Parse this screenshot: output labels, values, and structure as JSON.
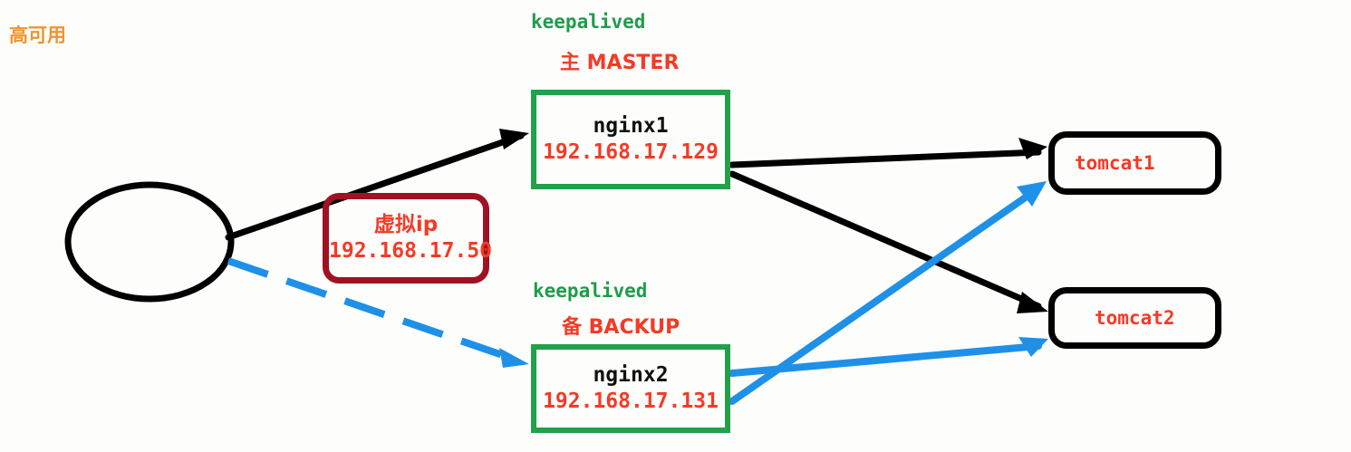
{
  "diagram": {
    "title": "高可用",
    "title_color": "#ef9430",
    "palette": {
      "green": "#22a04a",
      "red": "#f43a26",
      "dark_red": "#a01222",
      "black": "#000000",
      "blue": "#1e90e8",
      "orange": "#ef9430"
    },
    "client": {
      "shape": "ellipse",
      "label": ""
    },
    "vip": {
      "name": "虚拟ip",
      "address": "192.168.17.50"
    },
    "nginx_master": {
      "keepalived_label": "keepalived",
      "role_label": "主 MASTER",
      "name": "nginx1",
      "address": "192.168.17.129"
    },
    "nginx_backup": {
      "keepalived_label": "keepalived",
      "role_label": "备 BACKUP",
      "name": "nginx2",
      "address": "192.168.17.131"
    },
    "backends": [
      {
        "name": "tomcat1"
      },
      {
        "name": "tomcat2"
      }
    ],
    "edges": [
      {
        "from": "client",
        "to": "nginx1",
        "style": "solid",
        "color": "#000000"
      },
      {
        "from": "client",
        "to": "nginx2",
        "style": "dashed",
        "color": "#1e90e8"
      },
      {
        "from": "nginx1",
        "to": "tomcat1",
        "style": "solid",
        "color": "#000000"
      },
      {
        "from": "nginx1",
        "to": "tomcat2",
        "style": "solid",
        "color": "#000000"
      },
      {
        "from": "nginx2",
        "to": "tomcat1",
        "style": "solid",
        "color": "#1e90e8"
      },
      {
        "from": "nginx2",
        "to": "tomcat2",
        "style": "solid",
        "color": "#1e90e8"
      }
    ]
  }
}
